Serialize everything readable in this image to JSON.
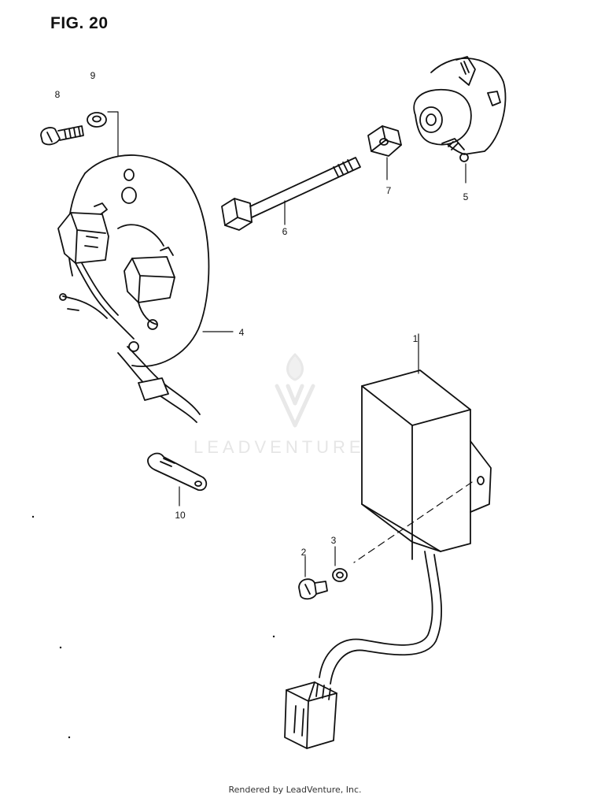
{
  "figure": {
    "title": "FIG. 20"
  },
  "callouts": [
    "1",
    "2",
    "3",
    "4",
    "5",
    "6",
    "7",
    "8",
    "9",
    "10"
  ],
  "watermark": {
    "text": "LEADVENTURE"
  },
  "footer": {
    "text": "Rendered by LeadVenture, Inc."
  }
}
